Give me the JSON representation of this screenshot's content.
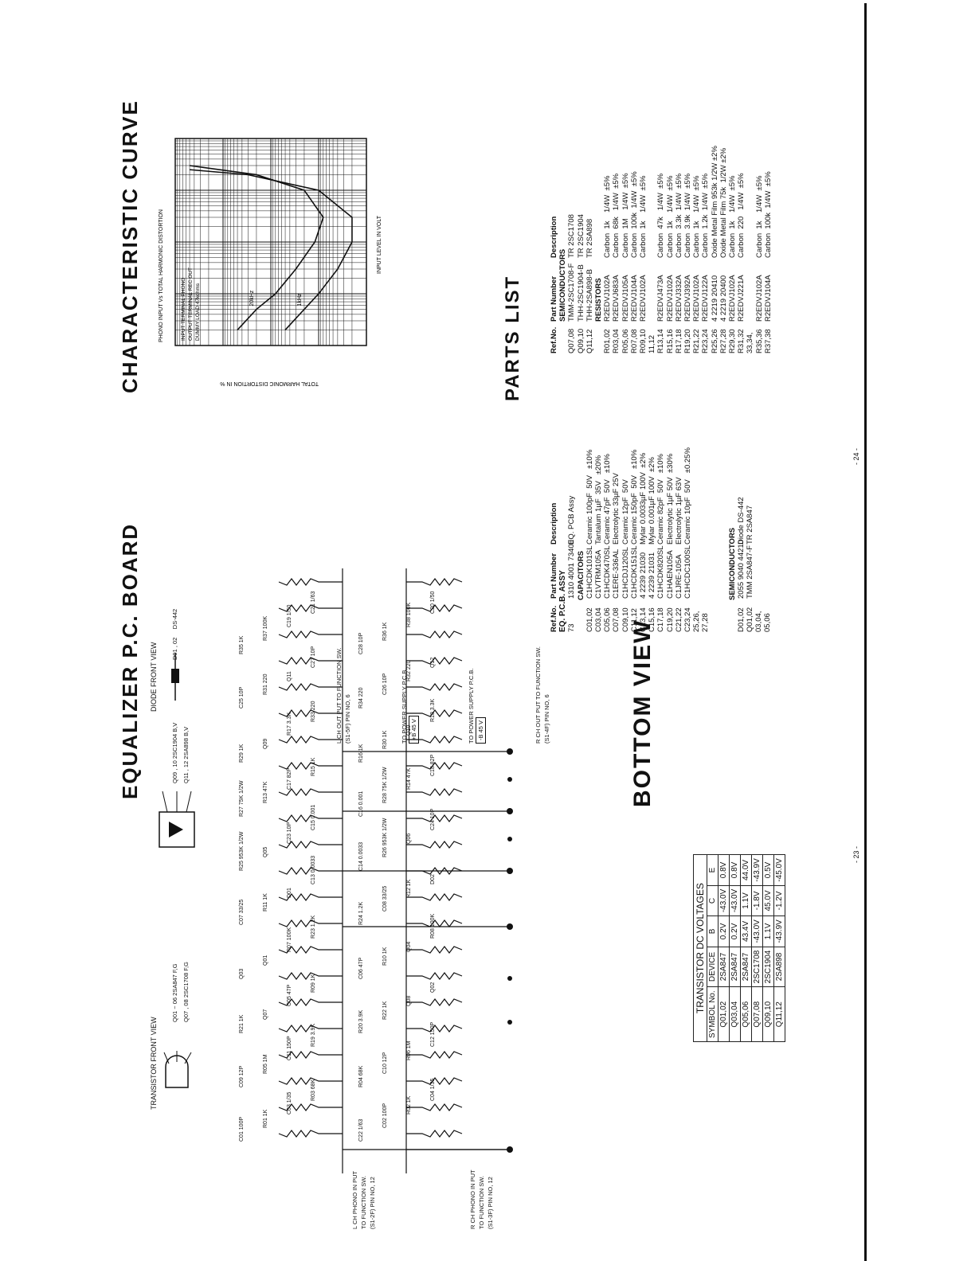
{
  "board": {
    "title": "EQUALIZER P.C. BOARD",
    "bottom_view": "BOTTOM VIEW",
    "transistor_front_view": "TRANSISTOR FRONT VIEW",
    "tr_lines": [
      [
        "Q01 ~ 06",
        "2SA847 F,G"
      ],
      [
        "Q07 , 08",
        "2SC1708 F,G"
      ],
      [
        "Q09 , 10",
        "2SC1904 B,V"
      ],
      [
        "Q11 , 12",
        "2SA898 B,V"
      ]
    ],
    "diode_front_view": "DIODE FRONT VIEW",
    "diode_line": [
      "D01 , 02",
      "DS-442"
    ],
    "connections": [
      "L CH OUT PUT TO FUNCTION SW.",
      "(S1-5F) PIN NO, 6",
      "TO POWER SUPPLY P.C.B.",
      "+B 45 V",
      "TO POWER SUPPLY P.C.B.",
      "-B 45 V",
      "R CH OUT PUT TO FUNCTION SW.",
      "(S1-4F) PIN NO, 6"
    ],
    "inputs": [
      "L CH PHONO IN PUT",
      "TO FUNCTION SW.",
      "(S1-2F) PIN NO, 12",
      "R CH PHONO IN PUT",
      "TO FUNCTION SW.",
      "(S1-3F) PIN NO, 12"
    ],
    "component_labels": [
      "C01 100P",
      "R01 1K",
      "C03 1/35",
      "R03 68K",
      "C09 12P",
      "R05 1M",
      "C11 150P",
      "R19 3.9K",
      "R21 1K",
      "Q07",
      "C05 47P",
      "R09 1K",
      "Q03",
      "Q01",
      "R07 100K",
      "R23 1.2K",
      "C07 33/25",
      "R11 1K",
      "D01",
      "C13 0.0033",
      "R25 953K 1/2W",
      "Q05",
      "C23 10P",
      "C15 0.001",
      "R27 75K 1/2W",
      "R13 47K",
      "C17 82P",
      "R15 1K",
      "R29 1K",
      "Q09",
      "R17 3.3K",
      "R33 220",
      "C25 10P",
      "R31 220",
      "Q11",
      "C27 10P",
      "R35 1K",
      "R37 100K",
      "C19 1/50",
      "C21 1/63",
      "C22 1/63",
      "C02 100P",
      "R02 1K",
      "C04 1/35",
      "R04 68K",
      "C10 12P",
      "R06 1M",
      "C12 150P",
      "R20 3.9K",
      "R22 1K",
      "Q08",
      "Q02",
      "C06 47P",
      "R10 1K",
      "Q04",
      "R08 100K",
      "R24 1.2K",
      "C08 33/25",
      "R12 1K",
      "D02",
      "C14 0.0033",
      "R26 953K 1/2W",
      "Q06",
      "C24 10P",
      "C16 0.001",
      "R28 75K 1/2W",
      "R14 47K",
      "C18 82P",
      "R16 1K",
      "R30 1K",
      "Q10",
      "R18 3.3K",
      "R34 220",
      "C26 10P",
      "R32 220",
      "Q12",
      "C28 10P",
      "R36 1K",
      "R38 100K",
      "C20 1/50"
    ],
    "page_left": "- 23 -"
  },
  "dc_voltages": {
    "title": "TRANSISTOR DC VOLTAGES",
    "headers": [
      "SYMBOL No.",
      "DEVICE",
      "B",
      "C",
      "E"
    ],
    "rows": [
      [
        "Q01,02",
        "2SA847",
        "0.2V",
        "-43.0V",
        "0.8V"
      ],
      [
        "Q03,04",
        "2SA847",
        "0.2V",
        "-43.0V",
        "0.8V"
      ],
      [
        "Q05,06",
        "2SA847",
        "43.4V",
        "1.1V",
        "44.0V"
      ],
      [
        "Q07,08",
        "2SC1708",
        "-43.0V",
        "-1.8V",
        "-43.9V"
      ],
      [
        "Q09,10",
        "2SC1904",
        "1.1V",
        "45.0V",
        "0.5V"
      ],
      [
        "Q11,12",
        "2SA898",
        "-43.9V",
        "-1.2V",
        "-45.0V"
      ]
    ]
  },
  "curve": {
    "title": "CHARACTERISTIC CURVE",
    "chart_title": "PHONO INPUT Vs TOTAL HARMONIC DISTORTION",
    "legend": [
      "INPUT TERMINAL  PHONO",
      "OUTPUT TERMINAL  REC OUT",
      "DUMMY LOAD  47kohms"
    ],
    "ylabel": "TOTAL HARMONIC DISTORTION IN %",
    "xlabel": "INPUT LEVEL IN VOLT",
    "curve_labels": [
      "20kHz",
      "1kHz"
    ]
  },
  "chart_data": {
    "type": "line",
    "title": "PHONO INPUT Vs TOTAL HARMONIC DISTORTION",
    "xlabel": "INPUT LEVEL IN VOLT",
    "ylabel": "TOTAL HARMONIC DISTORTION IN %",
    "x_log": true,
    "y_log": true,
    "xlim": [
      0.0001,
      1
    ],
    "ylim": [
      0.001,
      10
    ],
    "series": [
      {
        "name": "20kHz",
        "x": [
          0.0002,
          0.0005,
          0.001,
          0.003,
          0.01,
          0.03,
          0.1,
          0.2,
          0.3
        ],
        "y": [
          0.5,
          0.2,
          0.08,
          0.03,
          0.012,
          0.008,
          0.02,
          0.2,
          5
        ]
      },
      {
        "name": "1kHz",
        "x": [
          0.0002,
          0.0005,
          0.001,
          0.003,
          0.01,
          0.03,
          0.1,
          0.2,
          0.25
        ],
        "y": [
          0.05,
          0.02,
          0.01,
          0.004,
          0.002,
          0.002,
          0.01,
          0.3,
          5
        ]
      }
    ]
  },
  "parts": {
    "title": "PARTS LIST",
    "eq_title": "EQ. P.C.B. ASSY",
    "col_headers": [
      "Ref.No.",
      "Part Number",
      "Description"
    ],
    "left": [
      {
        "type": "row",
        "ref": "73",
        "pn": "1310 4001 73400",
        "desc": "EQ. PCB Assy"
      },
      {
        "type": "head",
        "text": "CAPACITORS"
      },
      {
        "type": "row",
        "ref": "C01,02",
        "pn": "C1HCDK101SL",
        "desc": "Ceramic 100pF  50V   ±10%"
      },
      {
        "type": "row",
        "ref": "C03,04",
        "pn": "C1VTRM105A",
        "desc": "Tantalum 1µF  35V   ±20%"
      },
      {
        "type": "row",
        "ref": "C05,06",
        "pn": "C1HCDK470SL",
        "desc": "Ceramic 47pF  50V   ±10%"
      },
      {
        "type": "row",
        "ref": "C07,08",
        "pn": "C1ERE-336AL",
        "desc": "Electrolytic 33µF 25V"
      },
      {
        "type": "row",
        "ref": "C09,10",
        "pn": "C1HCDJ120SL",
        "desc": "Ceramic 12pF  50V"
      },
      {
        "type": "row",
        "ref": "C11,12",
        "pn": "C1HCDK151SL",
        "desc": "Ceramic 150pF  50V   ±10%"
      },
      {
        "type": "row",
        "ref": "C13,14",
        "pn": "4 2239 21030",
        "desc": "Mylar 0.0033µF 100V  ±2%"
      },
      {
        "type": "row",
        "ref": "C15,16",
        "pn": "4 2239 21031",
        "desc": "Mylar 0.001µF 100V  ±2%"
      },
      {
        "type": "row",
        "ref": "C17,18",
        "pn": "C1HCDK820SL",
        "desc": "Ceramic 82pF  50V   ±10%"
      },
      {
        "type": "row",
        "ref": "C19,20",
        "pn": "C1HAEN105A",
        "desc": "Electrolytic 1µF 50V  ±30%"
      },
      {
        "type": "row",
        "ref": "C21,22",
        "pn": "C1JRE-105A",
        "desc": "Electrolytic 1µF 63V"
      },
      {
        "type": "row",
        "ref": "C23,24",
        "pn": "C1HCDC100SL",
        "desc": "Ceramic 10pF  50V   ±0.25%"
      },
      {
        "type": "row",
        "ref": "25,26,",
        "pn": "",
        "desc": ""
      },
      {
        "type": "row",
        "ref": "27,28",
        "pn": "",
        "desc": ""
      },
      {
        "type": "gap"
      },
      {
        "type": "head",
        "text": "SEMICONDUCTORS"
      },
      {
        "type": "row",
        "ref": "D01,02",
        "pn": "2055 9040 44210",
        "desc": "Diode DS-442"
      },
      {
        "type": "row",
        "ref": "Q01,02",
        "pn": "TMM 2SA847-F",
        "desc": "TR 2SA847"
      },
      {
        "type": "row",
        "ref": "03,04,",
        "pn": "",
        "desc": ""
      },
      {
        "type": "row",
        "ref": "05,06",
        "pn": "",
        "desc": ""
      }
    ],
    "right": [
      {
        "type": "head",
        "text": "SEMICONDUCTORS"
      },
      {
        "type": "row",
        "ref": "Q07,08",
        "pn": "TMM-2SC1708-F",
        "desc": "TR 2SC1708"
      },
      {
        "type": "row",
        "ref": "Q09,10",
        "pn": "THH-2SC1904-B",
        "desc": "TR 2SC1904"
      },
      {
        "type": "row",
        "ref": "Q11,12",
        "pn": "THH-2SA898-B",
        "desc": "TR 2SA898"
      },
      {
        "type": "head",
        "text": "RESISTORS"
      },
      {
        "type": "row",
        "ref": "R01,02",
        "pn": "R2EDVJ102A",
        "desc": "Carbon  1k    1/4W  ±5%"
      },
      {
        "type": "row",
        "ref": "R03,04",
        "pn": "R2EDVJ683A",
        "desc": "Carbon  68k   1/4W  ±5%"
      },
      {
        "type": "row",
        "ref": "R05,06",
        "pn": "R2EDVJ105A",
        "desc": "Carbon  1M    1/4W  ±5%"
      },
      {
        "type": "row",
        "ref": "R07,08",
        "pn": "R2EDVJ104A",
        "desc": "Carbon  100k  1/4W  ±5%"
      },
      {
        "type": "row",
        "ref": "R09,10",
        "pn": "R2EDVJ102A",
        "desc": "Carbon  1k    1/4W  ±5%"
      },
      {
        "type": "row",
        "ref": "11,12",
        "pn": "",
        "desc": ""
      },
      {
        "type": "row",
        "ref": "R13,14",
        "pn": "R2EDVJ473A",
        "desc": "Carbon  47k   1/4W  ±5%"
      },
      {
        "type": "row",
        "ref": "R15,16",
        "pn": "R2EDVJ102A",
        "desc": "Carbon  1k    1/4W  ±5%"
      },
      {
        "type": "row",
        "ref": "R17,18",
        "pn": "R2EDVJ332A",
        "desc": "Carbon  3.3k  1/4W  ±5%"
      },
      {
        "type": "row",
        "ref": "R19,20",
        "pn": "R2EDVJ392A",
        "desc": "Carbon  3.9k  1/4W  ±5%"
      },
      {
        "type": "row",
        "ref": "R21,22",
        "pn": "R2EDVJ102A",
        "desc": "Carbon  1k    1/4W  ±5%"
      },
      {
        "type": "row",
        "ref": "R23,24",
        "pn": "R2EDVJ122A",
        "desc": "Carbon  1.2k  1/4W  ±5%"
      },
      {
        "type": "row",
        "ref": "R25,26",
        "pn": "4 2219 20410",
        "desc": "Oxide Metal Film 953k 1/2W ±2%"
      },
      {
        "type": "row",
        "ref": "R27,28",
        "pn": "4 2219 20400",
        "desc": "Oxide Metal Film 75k  1/2W ±2%"
      },
      {
        "type": "row",
        "ref": "R29,30",
        "pn": "R2EDVJ102A",
        "desc": "Carbon  1k    1/4W  ±5%"
      },
      {
        "type": "row",
        "ref": "R31,32",
        "pn": "R2EDVJ221A",
        "desc": "Carbon  220   1/4W  ±5%"
      },
      {
        "type": "row",
        "ref": "33,34,",
        "pn": "",
        "desc": ""
      },
      {
        "type": "row",
        "ref": "R35,36",
        "pn": "R2EDVJ102A",
        "desc": "Carbon  1k    1/4W  ±5%"
      },
      {
        "type": "row",
        "ref": "R37,38",
        "pn": "R2EDVJ104A",
        "desc": "Carbon  100k  1/4W  ±5%"
      }
    ],
    "page_right": "- 24 -"
  }
}
